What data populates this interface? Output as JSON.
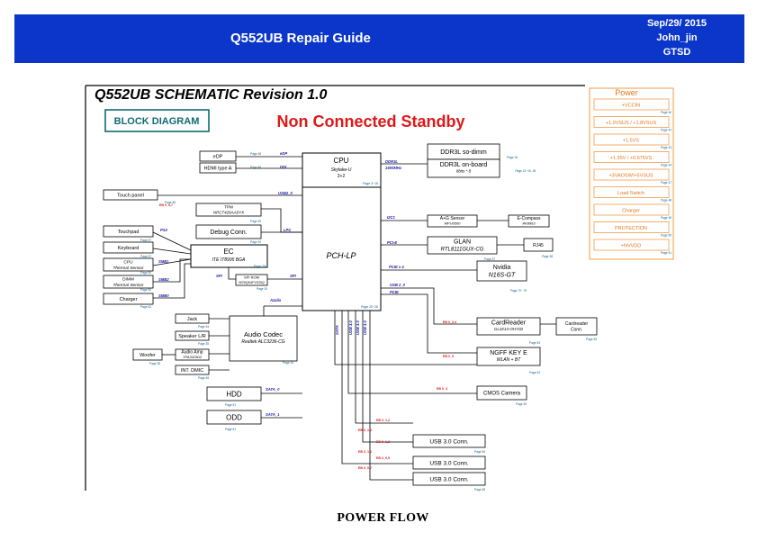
{
  "header": {
    "title": "Q552UB Repair Guide",
    "date": "Sep/29/ 2015",
    "author": "John_jin",
    "dept": "GTSD"
  },
  "schematic": {
    "title": "Q552UB SCHEMATIC Revision 1.0",
    "block_label": "BLOCK DIAGRAM",
    "standby_label": "Non Connected Standby",
    "cpu": {
      "name": "CPU",
      "sub1": "Skylake-U",
      "sub2": "2+2",
      "page": "Page 3~15"
    },
    "pch": {
      "name": "PCH-LP",
      "page": "Page 20~26"
    },
    "left_blocks": [
      {
        "key": "edp",
        "label": "eDP",
        "page": "Page 45",
        "bus": "eDP"
      },
      {
        "key": "hdmi",
        "label": "HDMI type A",
        "page": "Page 46",
        "bus": "DDI"
      },
      {
        "key": "touch",
        "label": "Touch panel",
        "page": "Page 56",
        "red": "EB 0_6,7",
        "bus": "USB2_0"
      },
      {
        "key": "tpm",
        "label1": "TPM",
        "label2": "NPCT426AA0YX",
        "page": "Page 49",
        "bus": "LPC"
      },
      {
        "key": "debug",
        "label": "Debug Conn.",
        "page": "Page 30"
      },
      {
        "key": "touchpad",
        "label": "Touchpad",
        "page": "Page 57",
        "bus": "PS2"
      },
      {
        "key": "keyboard",
        "label": "Keyboard",
        "page": "Page 57"
      },
      {
        "key": "cpu_sensor",
        "label1": "CPU",
        "label2": "Thermal Sensor",
        "page": "Page 50",
        "bus": "SMB1"
      },
      {
        "key": "dimm_sensor",
        "label1": "DIMM",
        "label2": "Thermal Sensor",
        "page": "Page 50",
        "bus": "SMB2"
      },
      {
        "key": "charger",
        "label": "Charger",
        "page": "Page 62",
        "bus": "SMB0"
      }
    ],
    "ec": {
      "name": "EC",
      "sub": "ITE IT8995 BGA",
      "page": "Page 29",
      "spi": "SPI"
    },
    "spi_rom": {
      "label1": "SPI ROM",
      "label2": "W25Q64FVSSIQ",
      "page": "Page 30",
      "bus": "SPI"
    },
    "audio": {
      "codec1": "Audio Codec",
      "codec2": "Realtek ALC3236-CG",
      "page": "Page 34",
      "bus": "Azalia",
      "jack": "Jack",
      "jack_page": "Page 34",
      "speaker": "Speaker L/R",
      "speaker_page": "Page 35",
      "amp1": "Audio Amp",
      "amp2": "TPA3110D2",
      "woofer": "Woofer",
      "woofer_page": "Page 35",
      "dmic": "INT. DMIC",
      "dmic_page": "Page 45"
    },
    "storage": [
      {
        "label": "HDD",
        "page": "Page 51",
        "bus": "SATA_0"
      },
      {
        "label": "ODD",
        "page": "Page 51",
        "bus": "SATA_1"
      }
    ],
    "right_blocks": {
      "ddr1": "DDR3L so-dimm",
      "ddr1_page": "Page 16",
      "ddr2": "DDR3L on-board",
      "ddr2_sub": "8bits * 8",
      "ddr2_page": "Page 12~15, 18",
      "ddr_bus1": "DDR3L",
      "ddr_bus2": "1600MHz",
      "gsensor": "A+G Sensor",
      "gsensor_sub": "MPU6500",
      "compass": "E-Compass",
      "compass_sub": "AK8963",
      "i2c": "I2C1",
      "glan1": "GLAN",
      "glan2": "RTL8111GUX-CG",
      "glan_page": "Page 37",
      "rj45": "RJ45",
      "rj45_page": "Page 38",
      "pcie_e": "PCI-E",
      "nvidia1": "Nvidia",
      "nvidia2": "N16S-GT",
      "nvidia_page": "Page 70~ 79",
      "pcie4": "PCIE x 4",
      "usb2": "USB 2_0",
      "pcie": "PCIE",
      "card1": "CardReader",
      "card2": "GL3213-OHY02",
      "card_page": "Page 53",
      "card_red": "EB 0_3,4",
      "cardconn1": "Cardreader",
      "cardconn2": "Conn.",
      "cardconn_page": "Page 55",
      "ngff1": "NGFF KEY E",
      "ngff2": "WLAN + BT",
      "ngff_page": "Page 43",
      "ngff_red": "EB 0_5",
      "cmos": "CMOS Camera",
      "cmos_page": "Page 45",
      "cmos_red": "EB 0_3",
      "usb3": [
        {
          "label": "USB 3.0 Conn.",
          "page": "Page 55",
          "red1": "EB 3_1,2",
          "red2": "EB 3_1,2"
        },
        {
          "label": "USB 3.0 Conn.",
          "page": "Page 55",
          "red1": "EB 3_1,2",
          "red2": "EB 3_1,2"
        },
        {
          "label": "USB 3.0 Conn.",
          "page": "Page 55",
          "red1": "EB 3_0,5",
          "red2": "EB 3_0,7"
        }
      ],
      "pch_buses": [
        "SATA",
        "USB 3.0",
        "USB 3.0",
        "USB 3.0"
      ]
    },
    "power": {
      "title": "Power",
      "items": [
        {
          "label": "+VCCIN",
          "page": "Page 40"
        },
        {
          "label": "+1.0VSUS / +1.8VSUS",
          "page": "Page 42"
        },
        {
          "label": "+1.5VS",
          "page": "Page 43"
        },
        {
          "label": "+1.35V / +0.675VS",
          "page": "Page 44"
        },
        {
          "label": "+3VAOSW/+5VSUS",
          "page": "Page 47"
        },
        {
          "label": "Load Switch",
          "page": "Page 48"
        },
        {
          "label": "Charger",
          "page": "Page 49"
        },
        {
          "label": "PROTECTION",
          "page": "Page 50"
        },
        {
          "label": "+NVVDD",
          "page": "Page 51"
        }
      ]
    }
  },
  "footer": {
    "title": "POWER FLOW"
  },
  "colors": {
    "header_bg": "#0b36c9",
    "standby_red": "#e01818",
    "block_teal": "#0f6b73",
    "power_orange": "#f29b4a",
    "bus_blue": "#1b1ba8"
  }
}
